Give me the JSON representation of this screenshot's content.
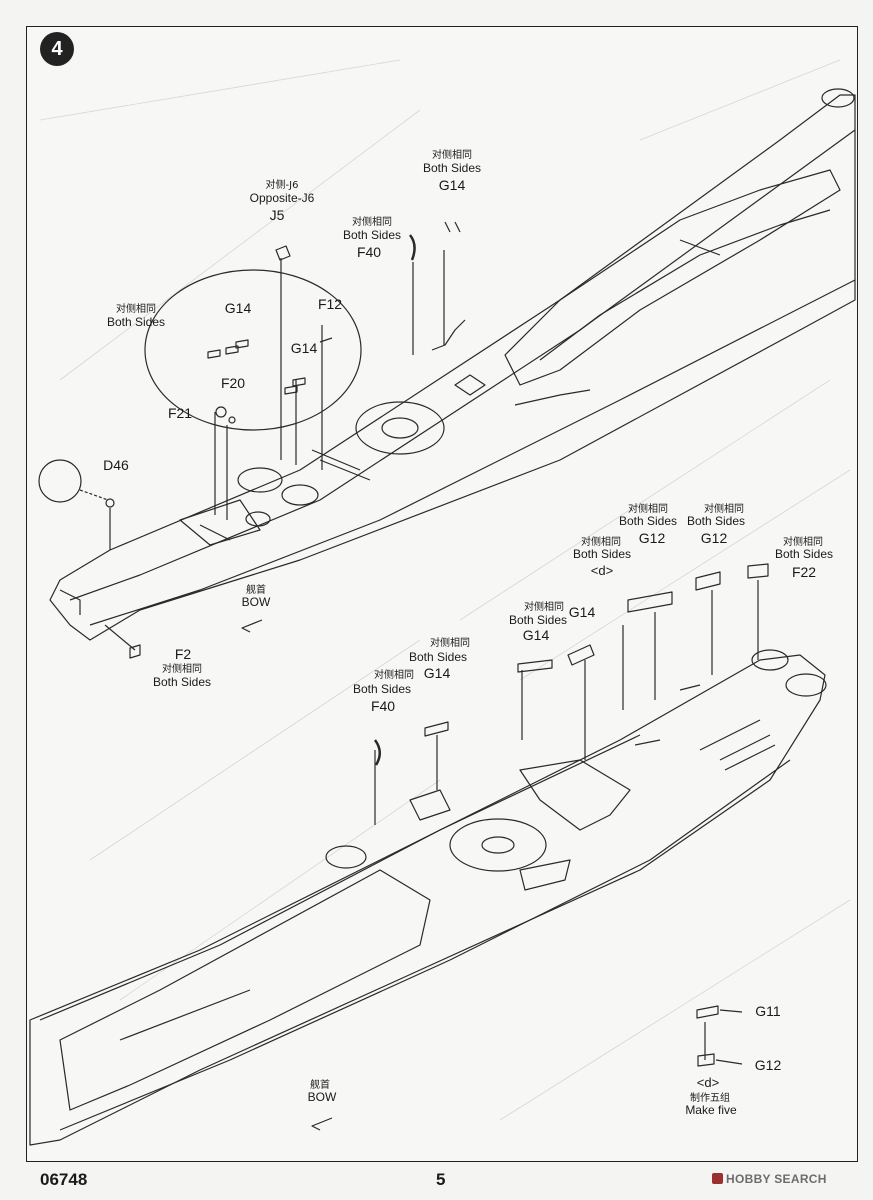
{
  "step": "4",
  "footer": {
    "code": "06748",
    "page": "5"
  },
  "watermark": "HOBBY SEARCH",
  "top": {
    "opp_j6_zh": "对侧-J6",
    "opp_j6_en": "Opposite-J6",
    "j5": "J5",
    "both_zh": "对侧相同",
    "both_en": "Both Sides",
    "f40": "F40",
    "g14": "G14",
    "f12": "F12",
    "f20": "F20",
    "f21": "F21",
    "d46": "D46",
    "bow_zh": "舰首",
    "bow_en": "BOW",
    "f2": "F2"
  },
  "bottom": {
    "both_zh": "对侧相同",
    "both_en": "Both Sides",
    "g12": "G12",
    "g14": "G14",
    "d": "<d>",
    "f22": "F22",
    "f40": "F40",
    "bow_zh": "舰首",
    "bow_en": "BOW",
    "g11": "G11",
    "make_zh": "制作五组",
    "make_en": "Make five"
  }
}
